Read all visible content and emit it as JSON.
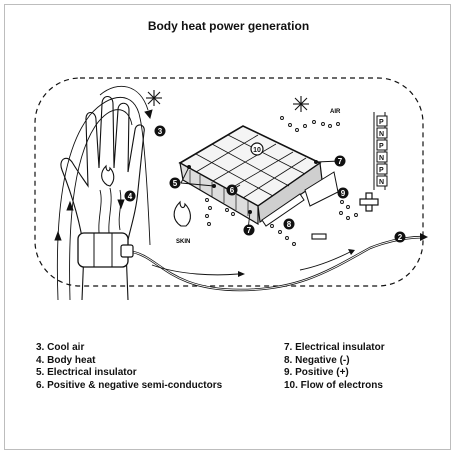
{
  "title": "Body heat power generation",
  "labels": {
    "air": "AIR",
    "skin": "SKIN",
    "plus": "+",
    "minus": "−"
  },
  "callouts": [
    "2",
    "3",
    "4",
    "5",
    "6",
    "7",
    "7",
    "8",
    "9",
    "10"
  ],
  "stack_letters": [
    "P",
    "N",
    "P",
    "N",
    "P",
    "N"
  ],
  "legend": {
    "left": [
      "3. Cool air",
      "4. Body heat",
      "5. Electrical insulator",
      "6. Positive & negative semi-conductors"
    ],
    "right": [
      "7. Electrical insulator",
      "8. Negative (-)",
      "9. Positive (+)",
      "10. Flow of electrons"
    ]
  },
  "icons": [
    "snowflake-icon",
    "snowflake-icon",
    "flame-icon",
    "flame-icon"
  ]
}
